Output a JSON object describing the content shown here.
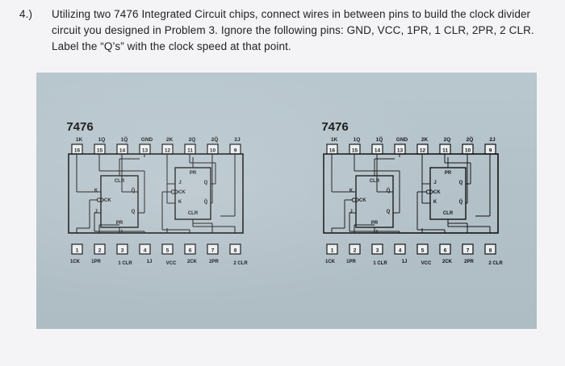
{
  "question": {
    "number": "4.)",
    "lines": [
      "Utilizing two 7476 Integrated Circuit chips, connect wires in between pins to build the clock divider",
      "circuit you designed in Problem 3. Ignore the following pins: GND, VCC, 1PR, 1 CLR, 2PR, 2 CLR.",
      "Label the “Q’s” with the clock speed at that point."
    ]
  },
  "chips": [
    {
      "title": "7476",
      "top_labels": [
        "1K",
        "1Q",
        "1Q̅",
        "GND",
        "2K",
        "2Q",
        "2Q̅",
        "2J"
      ],
      "top_pins": [
        "16",
        "15",
        "14",
        "13",
        "12",
        "11",
        "10",
        "9"
      ],
      "bottom_pins": [
        "1",
        "2",
        "3",
        "4",
        "5",
        "6",
        "7",
        "8"
      ],
      "bottom_labels": [
        "1CK",
        "1PR",
        "1 CLR",
        "1J",
        "VCC",
        "2CK",
        "2PR",
        "2 CLR"
      ],
      "ff1": {
        "clr": "CLR",
        "k": "K",
        "ck": "CK",
        "j": "J",
        "pr": "PR",
        "q": "Q",
        "qbar": "Q̅"
      },
      "ff2": {
        "pr": "PR",
        "j": "J",
        "ck": "CK",
        "k": "K",
        "clr": "CLR",
        "q": "Q",
        "qbar": "Q̅"
      }
    },
    {
      "title": "7476",
      "top_labels": [
        "1K",
        "1Q",
        "1Q̅",
        "GND",
        "2K",
        "2Q",
        "2Q̅",
        "2J"
      ],
      "top_pins": [
        "16",
        "15",
        "14",
        "13",
        "12",
        "11",
        "10",
        "9"
      ],
      "bottom_pins": [
        "1",
        "2",
        "3",
        "4",
        "5",
        "6",
        "7",
        "8"
      ],
      "bottom_labels": [
        "1CK",
        "1PR",
        "1 CLR",
        "1J",
        "VCC",
        "2CK",
        "2PR",
        "2 CLR"
      ],
      "ff1": {
        "clr": "CLR",
        "k": "K",
        "ck": "CK",
        "j": "J",
        "pr": "PR",
        "q": "Q",
        "qbar": "Q̅"
      },
      "ff2": {
        "pr": "PR",
        "j": "J",
        "ck": "CK",
        "k": "K",
        "clr": "CLR",
        "q": "Q",
        "qbar": "Q̅"
      }
    }
  ],
  "colors": {
    "ink": "#111111",
    "paper": "#b6c4cc",
    "text": "#222222"
  }
}
